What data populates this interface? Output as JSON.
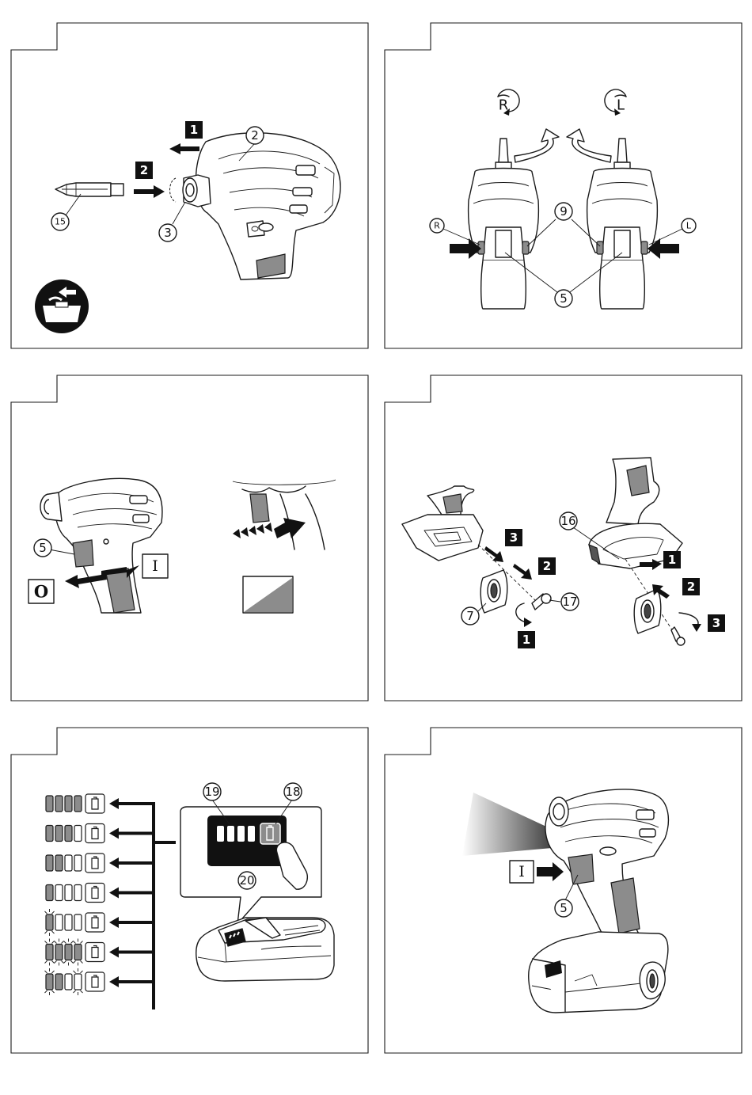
{
  "panel1": {
    "steps": [
      "1",
      "2"
    ],
    "callouts": [
      "2",
      "15",
      "3"
    ],
    "icon": "remove-bit-toolbox-icon"
  },
  "panel2": {
    "rotation_labels": [
      "R",
      "L"
    ],
    "switch_labels": [
      "R",
      "L"
    ],
    "callouts": [
      "9",
      "5"
    ]
  },
  "panel3": {
    "callouts": [
      "5"
    ],
    "positions": [
      "O",
      "I"
    ]
  },
  "panel4": {
    "steps_left": [
      "3",
      "2",
      "1"
    ],
    "steps_right": [
      "1",
      "2",
      "3"
    ],
    "callouts": [
      "16",
      "7",
      "17"
    ]
  },
  "panel5": {
    "callouts": [
      "19",
      "18",
      "20"
    ],
    "levels": [
      {
        "filled": 4,
        "blink": []
      },
      {
        "filled": 3,
        "blink": []
      },
      {
        "filled": 2,
        "blink": []
      },
      {
        "filled": 1,
        "blink": []
      },
      {
        "filled": 1,
        "blink": [
          0
        ]
      },
      {
        "filled": 4,
        "blink": [
          0,
          1,
          2,
          3
        ]
      },
      {
        "filled": 2,
        "blink": [
          0,
          3
        ]
      }
    ]
  },
  "panel6": {
    "callouts": [
      "5"
    ],
    "position": "I"
  }
}
